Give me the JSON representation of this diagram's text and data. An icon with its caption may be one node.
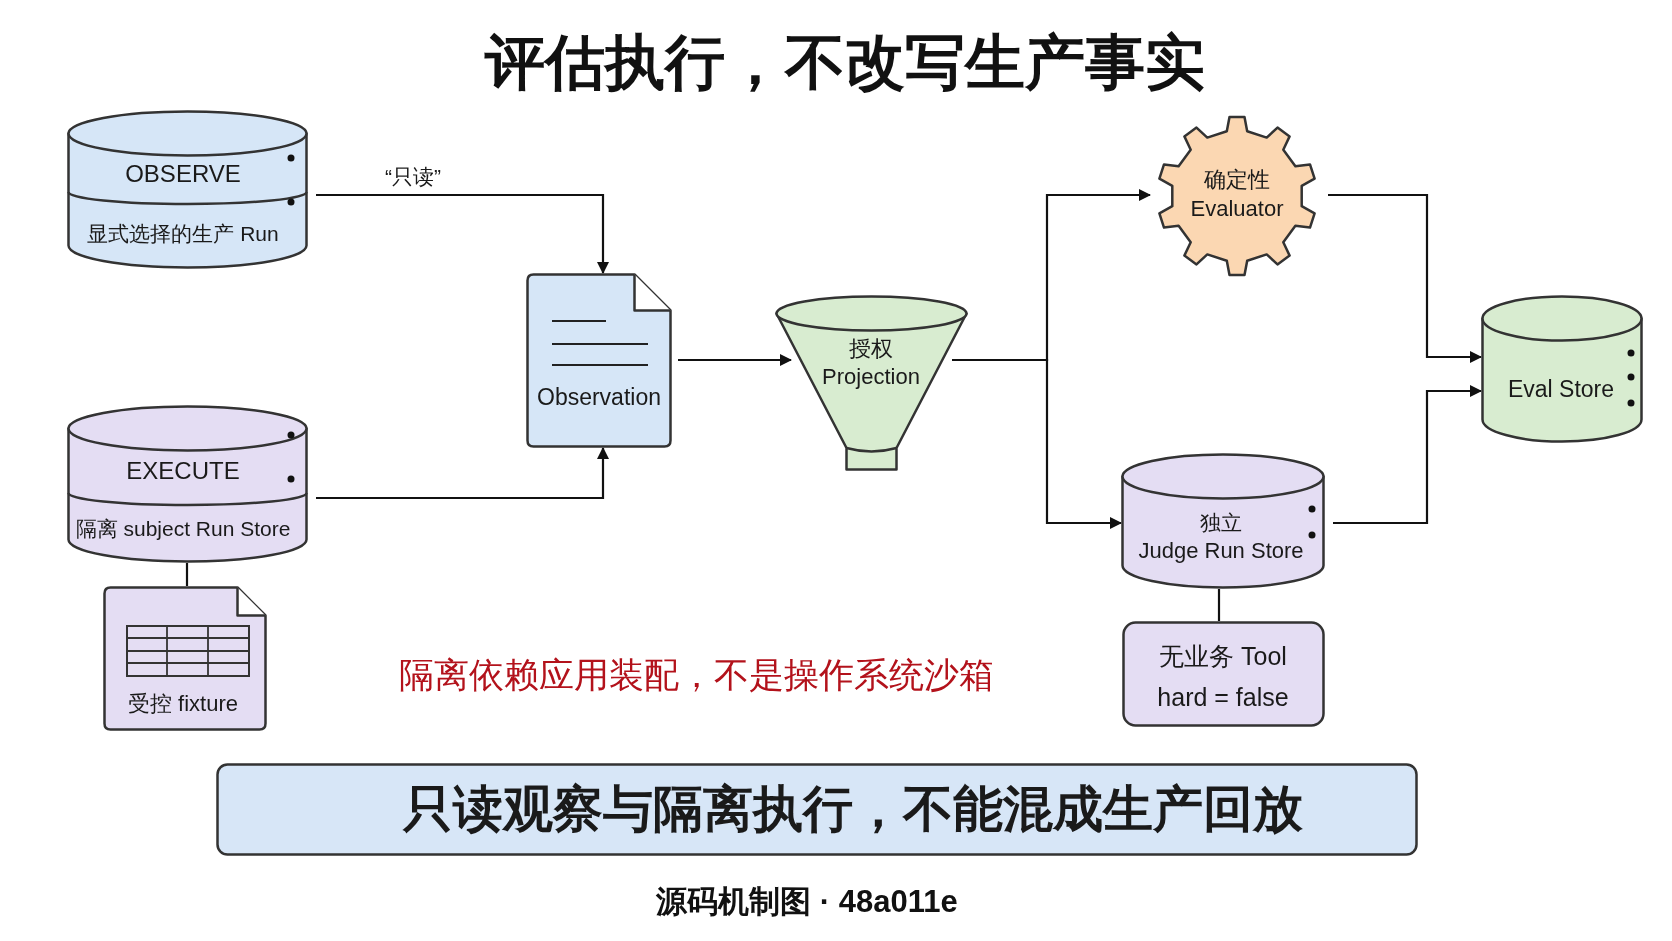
{
  "diagram": {
    "title": "评估执行，不改写生产事实",
    "nodes": [
      {
        "text": [
          "OBSERVE",
          "显式选择的生产 Run"
        ]
      },
      {
        "text": [
          "EXECUTE",
          "隔离 subject Run Store"
        ]
      },
      {
        "text": [
          "受控 fixture"
        ]
      },
      {
        "text": [
          "Observation"
        ]
      },
      {
        "text": [
          "授权",
          "Projection"
        ]
      },
      {
        "text": [
          "确定性",
          "Evaluator"
        ]
      },
      {
        "text": [
          "独立",
          "Judge Run Store"
        ]
      },
      {
        "text": [
          "无业务 Tool",
          "hard = false"
        ]
      },
      {
        "text": [
          "Eval Store"
        ]
      },
      {
        "text": [
          "只读观察与隔离执行，不能混成生产回放"
        ]
      }
    ],
    "edges": [
      {
        "from": 0,
        "to": 3,
        "arrow": "to",
        "label": "“只读”"
      },
      {
        "from": 1,
        "to": 3,
        "arrow": "to"
      },
      {
        "from": 1,
        "to": 2,
        "arrow": "none"
      },
      {
        "from": 3,
        "to": 4,
        "arrow": "to"
      },
      {
        "from": 4,
        "to": 5,
        "arrow": "to"
      },
      {
        "from": 4,
        "to": 6,
        "arrow": "to"
      },
      {
        "from": 5,
        "to": 8,
        "arrow": "to"
      },
      {
        "from": 6,
        "to": 8,
        "arrow": "to"
      },
      {
        "from": 6,
        "to": 7,
        "arrow": "none"
      }
    ],
    "labels": [
      "隔离依赖应用装配，不是操作系统沙箱",
      "源码机制图 · 48a011e"
    ]
  }
}
